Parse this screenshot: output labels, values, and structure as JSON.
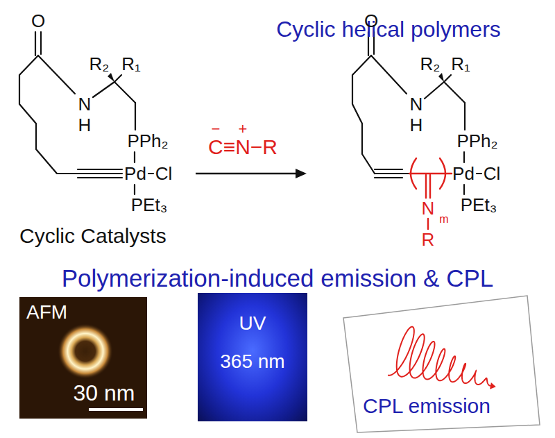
{
  "diagram": {
    "title": "Cyclic helical polymers",
    "nodes": [
      {
        "text": [
          "AFM",
          "30 nm"
        ]
      },
      {
        "text": [
          "UV",
          "365 nm"
        ]
      },
      {
        "text": [
          "CPL emission"
        ]
      }
    ],
    "labels": [
      "O",
      "R₂",
      "R₁",
      "N",
      "H",
      "PPh₂",
      "Pd",
      "Cl",
      "PEt₃",
      "C≡N−R",
      "−",
      "+",
      "O",
      "R₂",
      "R₁",
      "N",
      "H",
      "PPh₂",
      "Pd",
      "Cl",
      "PEt₃",
      "N",
      "m",
      "R",
      "Cyclic Catalysts",
      "Polymerization-induced emission & CPL"
    ]
  }
}
